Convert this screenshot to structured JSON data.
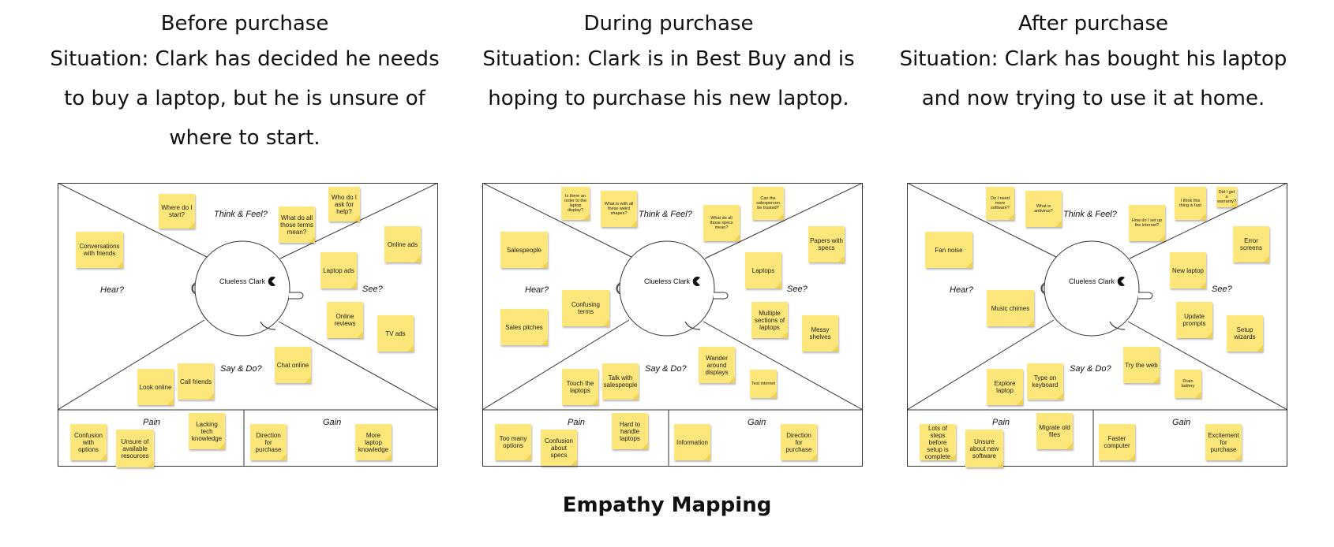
{
  "footer_title": "Empathy Mapping",
  "panels": [
    {
      "stage": "Before purchase",
      "situation": "Situation: Clark has decided he needs to buy a laptop, but he is unsure of where to start.",
      "persona": "Clueless Clark",
      "labels": {
        "think": "Think & Feel?",
        "hear": "Hear?",
        "see": "See?",
        "say": "Say & Do?",
        "pain": "Pain",
        "gain": "Gain"
      },
      "notes": {
        "think": [
          "Where do I start?",
          "What do all those terms mean?",
          "Who do I ask for help?"
        ],
        "hear": [
          "Conversations with friends"
        ],
        "see": [
          "Online ads",
          "Laptop ads",
          "Online reviews",
          "TV ads"
        ],
        "say": [
          "Look online",
          "Call friends",
          "Chat online"
        ],
        "pain": [
          "Confusion with options",
          "Unsure of available resources",
          "Lacking tech knowledge"
        ],
        "gain": [
          "Direction for purchase",
          "More laptop knowledge"
        ]
      }
    },
    {
      "stage": "During purchase",
      "situation": "Situation: Clark is in Best Buy and is hoping to purchase his new laptop.",
      "persona": "Clueless Clark",
      "labels": {
        "think": "Think & Feel?",
        "hear": "Hear?",
        "see": "See?",
        "say": "Say & Do?",
        "pain": "Pain",
        "gain": "Gain"
      },
      "notes": {
        "think": [
          "Is there an order to the laptop display?",
          "What is with all these weird shapes?",
          "What do all those specs mean?",
          "Can the salesperson be trusted?"
        ],
        "hear": [
          "Salespeople",
          "Confusing terms",
          "Sales pitches"
        ],
        "see": [
          "Papers with specs",
          "Laptops",
          "Multiple sections of laptops",
          "Messy shelves"
        ],
        "say": [
          "Touch the laptops",
          "Talk with salespeople",
          "Wander around displays",
          "Test internet"
        ],
        "pain": [
          "Too many options",
          "Confusion about specs",
          "Hard to handle laptops"
        ],
        "gain": [
          "Information",
          "Direction for purchase"
        ]
      }
    },
    {
      "stage": "After purchase",
      "situation": "Situation: Clark has bought his laptop and now trying to use it at home.",
      "persona": "Clueless Clark",
      "labels": {
        "think": "Think & Feel?",
        "hear": "Hear?",
        "see": "See?",
        "say": "Say & Do?",
        "pain": "Pain",
        "gain": "Gain"
      },
      "notes": {
        "think": [
          "Do I need more software?",
          "What is antivirus?",
          "How do I set up the internet?",
          "I think this thing is fast",
          "Did I get a warranty?"
        ],
        "hear": [
          "Fan noise",
          "Music chimes"
        ],
        "see": [
          "Error screens",
          "New laptop",
          "Update prompts",
          "Setup wizards"
        ],
        "say": [
          "Explore laptop",
          "Type on keyboard",
          "Try the web",
          "Drain battery"
        ],
        "pain": [
          "Lots of steps before setup is complete",
          "Unsure about new software",
          "Migrate old files"
        ],
        "gain": [
          "Faster computer",
          "Excitement for purchase"
        ]
      }
    }
  ]
}
